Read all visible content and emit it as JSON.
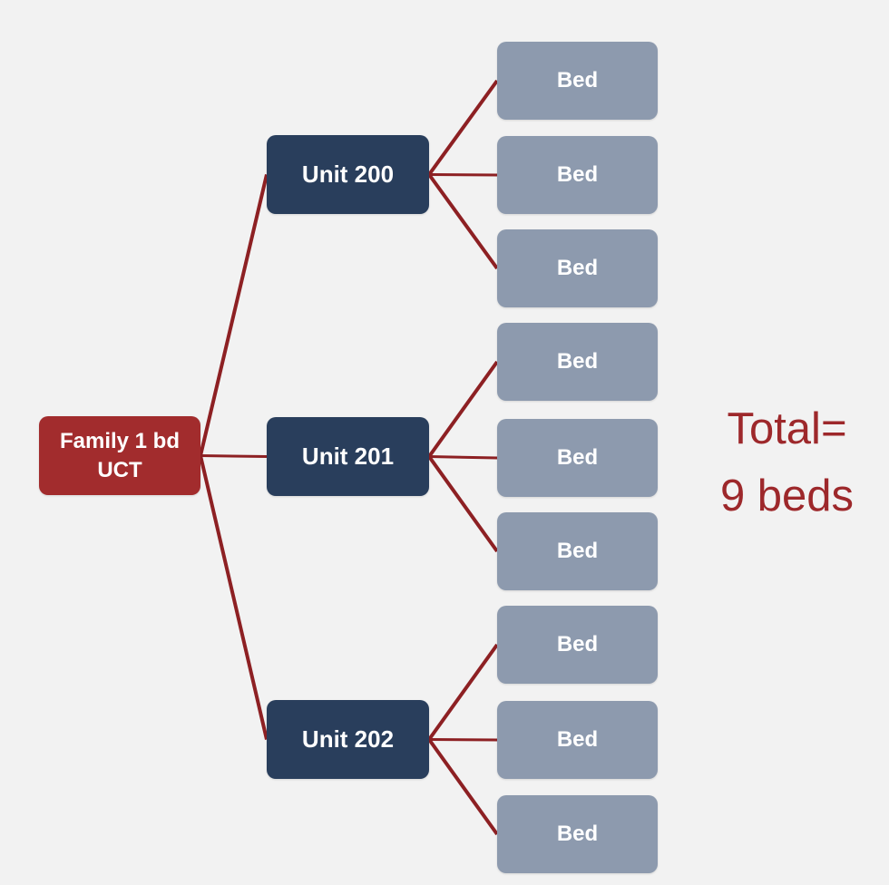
{
  "background_color": "#f2f2f2",
  "colors": {
    "root_box": "#a22c2d",
    "unit_box": "#293e5c",
    "bed_box": "#8d9aae",
    "connector": "#8d2023",
    "box_text": "#ffffff",
    "total_text": "#9d282b"
  },
  "diagram": {
    "root": {
      "line1": "Family 1 bd",
      "line2": "UCT"
    },
    "units": [
      {
        "label": "Unit 200",
        "beds": [
          "Bed",
          "Bed",
          "Bed"
        ]
      },
      {
        "label": "Unit 201",
        "beds": [
          "Bed",
          "Bed",
          "Bed"
        ]
      },
      {
        "label": "Unit 202",
        "beds": [
          "Bed",
          "Bed",
          "Bed"
        ]
      }
    ],
    "total": {
      "line1": "Total=",
      "line2": "9 beds"
    }
  }
}
